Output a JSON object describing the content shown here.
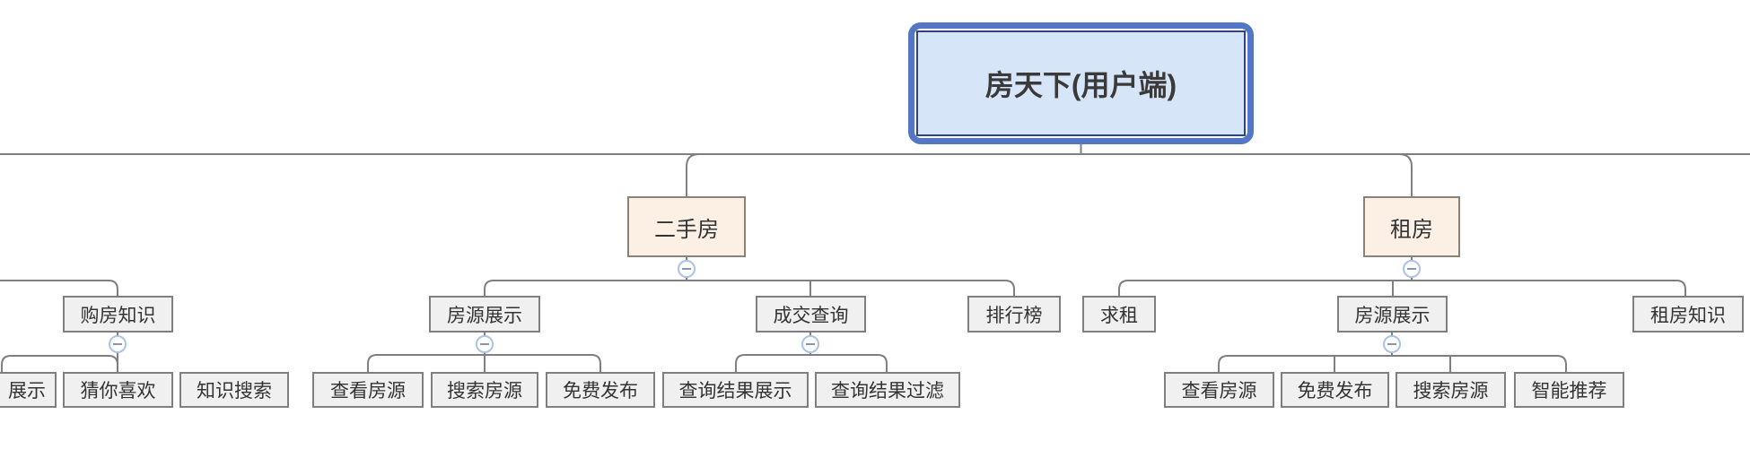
{
  "app": {
    "type": "mind-map-org-chart",
    "note_colors": {
      "root_fill": "#D7E5F8",
      "root_selection_ring": "#5377C5",
      "root_inner_border": "#2E4679",
      "branch_fill": "#FBF0E3",
      "branch_border": "#8a8276",
      "node_fill": "#F0F0F0",
      "node_border": "#7f7f7f",
      "connector": "#7f7f7f",
      "collapse_icon_ring": "#ABC3E6",
      "collapse_icon_minus": "#8096C0"
    },
    "icons": {
      "collapse": "minus-circle"
    }
  },
  "tree": {
    "root": {
      "label": "房天下(用户端)"
    },
    "left_partial": {
      "label": "购房知识",
      "children": [
        {
          "label": "展示",
          "clipped": true
        },
        {
          "label": "猜你喜欢"
        },
        {
          "label": "知识搜索"
        }
      ]
    },
    "branches": [
      {
        "label": "二手房",
        "children": [
          {
            "label": "房源展示",
            "children": [
              {
                "label": "查看房源"
              },
              {
                "label": "搜索房源"
              },
              {
                "label": "免费发布"
              }
            ]
          },
          {
            "label": "成交查询",
            "children": [
              {
                "label": "查询结果展示"
              },
              {
                "label": "查询结果过滤"
              }
            ]
          },
          {
            "label": "排行榜"
          }
        ]
      },
      {
        "label": "租房",
        "children": [
          {
            "label": "求租"
          },
          {
            "label": "房源展示",
            "children": [
              {
                "label": "查看房源"
              },
              {
                "label": "免费发布"
              },
              {
                "label": "搜索房源"
              },
              {
                "label": "智能推荐"
              }
            ]
          },
          {
            "label": "租房知识"
          }
        ]
      }
    ]
  }
}
